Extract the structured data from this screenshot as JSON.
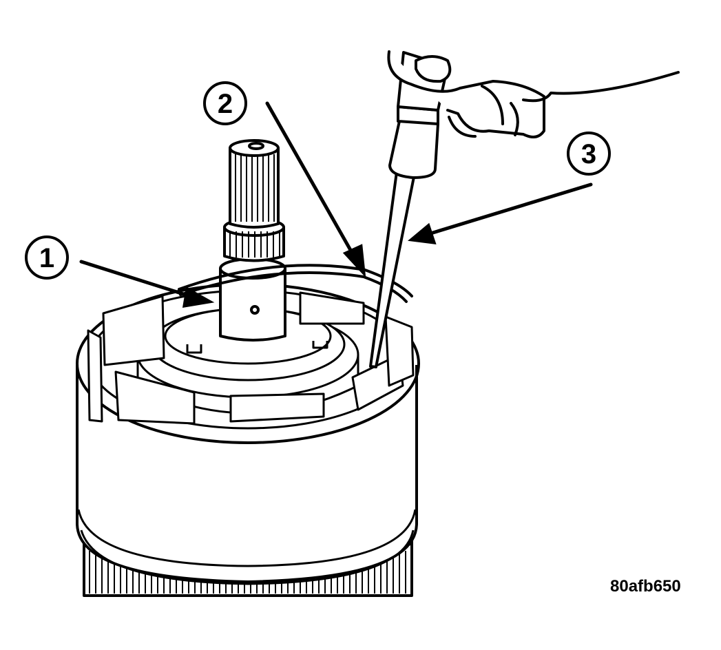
{
  "callouts": [
    {
      "number": "1"
    },
    {
      "number": "2"
    },
    {
      "number": "3"
    }
  ],
  "figure_code": "80afb650",
  "colors": {
    "ink": "#000000",
    "paper": "#ffffff"
  }
}
